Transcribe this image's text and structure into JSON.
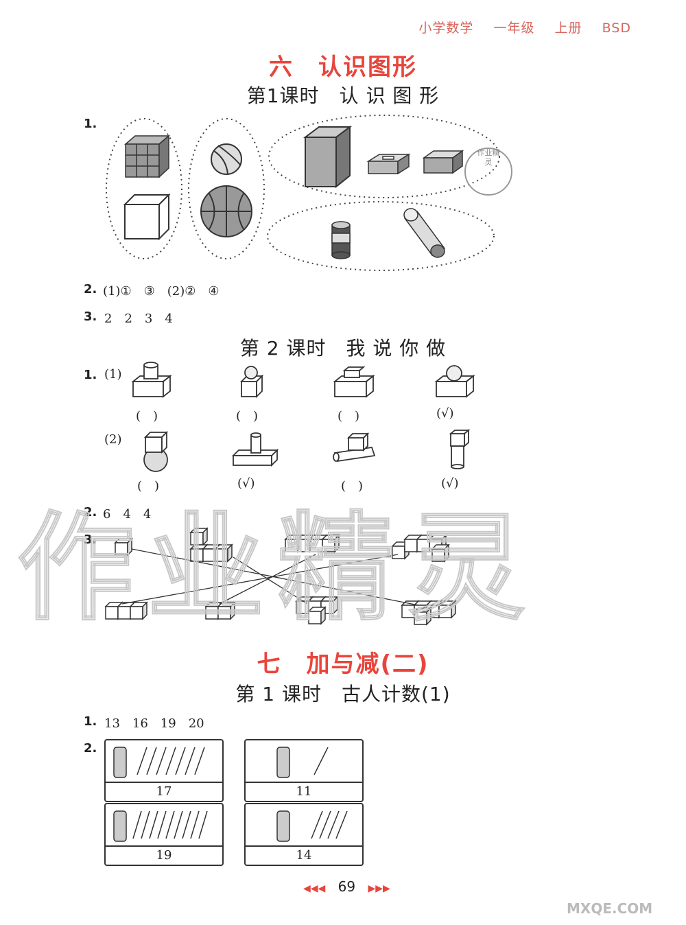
{
  "header": {
    "subject": "小学数学",
    "grade": "一年级",
    "volume": "上册",
    "edition": "BSD"
  },
  "unit6": {
    "title": "六　认识图形"
  },
  "lesson6_1": {
    "title": "第1课时　认 识 图 形",
    "q1": {
      "num": "1."
    },
    "q2": {
      "num": "2.",
      "answer": "(1)①　③　(2)②　④"
    },
    "q3": {
      "num": "3.",
      "answer": "2　2　3　4"
    }
  },
  "lesson6_2": {
    "title": "第 2 课时　我 说 你 做",
    "q1": {
      "num": "1.",
      "part1_label": "(1)",
      "part2_label": "(2)",
      "row1_answers": [
        "(　)",
        "(　)",
        "(　)",
        "(√)"
      ],
      "row2_answers": [
        "(　)",
        "(√)",
        "(　)",
        "(√)"
      ]
    },
    "q2": {
      "num": "2.",
      "answer": "6　4　4"
    },
    "q3": {
      "num": "3."
    }
  },
  "unit7": {
    "title": "七　加与减(二)"
  },
  "lesson7_1": {
    "title": "第 1 课时　古人计数(1)",
    "q1": {
      "num": "1.",
      "answer": "13　16　19　20"
    },
    "q2": {
      "num": "2.",
      "boxes": [
        "17",
        "11",
        "19",
        "14"
      ]
    }
  },
  "footer": {
    "page": "69",
    "left_arrows": "◀◀◀",
    "right_arrows": "▶▶▶"
  },
  "watermark": {
    "text": "作业精灵",
    "site": "MXQE.COM"
  },
  "colors": {
    "accent": "#e8453c",
    "header": "#d9645a"
  }
}
